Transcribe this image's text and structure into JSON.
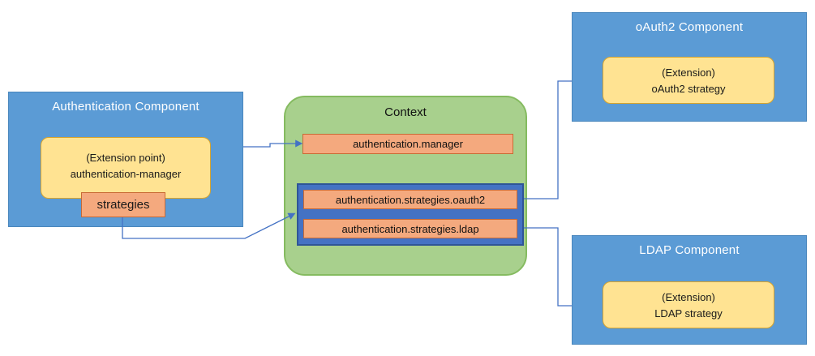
{
  "auth": {
    "title": "Authentication Component",
    "ext_line1": "(Extension point)",
    "ext_line2": "authentication-manager",
    "strategies": "strategies"
  },
  "context": {
    "title": "Context",
    "manager": "authentication.manager",
    "oauth2": "authentication.strategies.oauth2",
    "ldap": "authentication.strategies.ldap"
  },
  "oauth2": {
    "title": "oAuth2 Component",
    "ext_line1": "(Extension)",
    "ext_line2": "oAuth2 strategy"
  },
  "ldap": {
    "title": "LDAP Component",
    "ext_line1": "(Extension)",
    "ext_line2": "LDAP strategy"
  },
  "colors": {
    "component_blue": "#5B9BD5",
    "container_blue": "#4472C4",
    "context_green": "#A8D08D",
    "context_border": "#85BB60",
    "extension_yellow": "#FFE392",
    "extension_border": "#D8A42C",
    "key_salmon": "#F4A97E",
    "key_border": "#C96A35",
    "connector_blue": "#4472C4"
  }
}
